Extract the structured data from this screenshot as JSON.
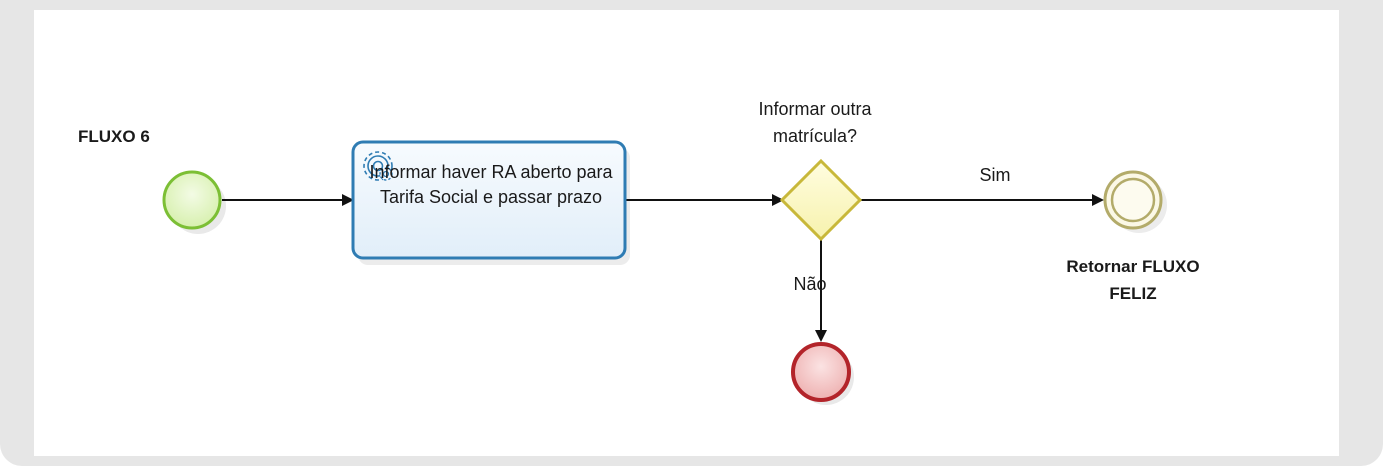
{
  "diagram": {
    "pool_title": "FLUXO 6",
    "task": {
      "label": "Informar haver RA aberto para Tarifa Social e passar prazo",
      "icon": "gear-icon"
    },
    "gateway": {
      "label_line1": "Informar outra",
      "label_line2": "matrícula?"
    },
    "flows": {
      "yes_label": "Sim",
      "no_label": "Não"
    },
    "end_link": {
      "label_line1": "Retornar FLUXO",
      "label_line2": "FELIZ"
    },
    "colors": {
      "start_fill": "#e4f7c3",
      "start_stroke": "#7cbf35",
      "task_fill": "#eaf3fb",
      "task_stroke": "#2f7cb3",
      "gateway_fill": "#fbf8c4",
      "gateway_stroke": "#c8b83a",
      "end_fill": "#f4c7c7",
      "end_stroke": "#b3242a",
      "intermediate_fill": "#fbf8e6",
      "intermediate_stroke": "#b3ab6a"
    }
  }
}
